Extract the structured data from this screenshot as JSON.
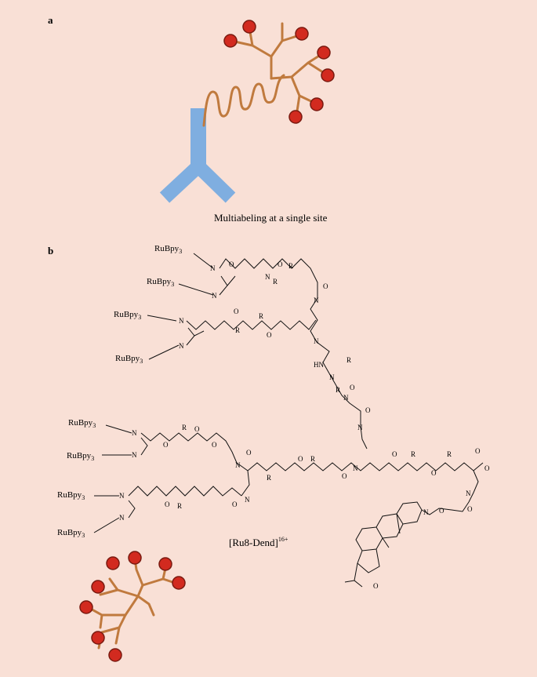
{
  "panels": {
    "a": {
      "letter": "a",
      "caption": "Multiabeling at a single site"
    },
    "b": {
      "letter": "b",
      "compound_label": "[Ru8-Dend]",
      "compound_charge": "16+"
    }
  },
  "reagent": {
    "base": "RuBpy",
    "subscript": "3"
  },
  "atoms": {
    "N": "N",
    "O": "O",
    "R": "R",
    "HN": "HN"
  },
  "colors": {
    "background": "#f9e0d6",
    "antibody": "#7faee0",
    "dendron": "#c07a3e",
    "label_ball": "#d22a1f"
  }
}
